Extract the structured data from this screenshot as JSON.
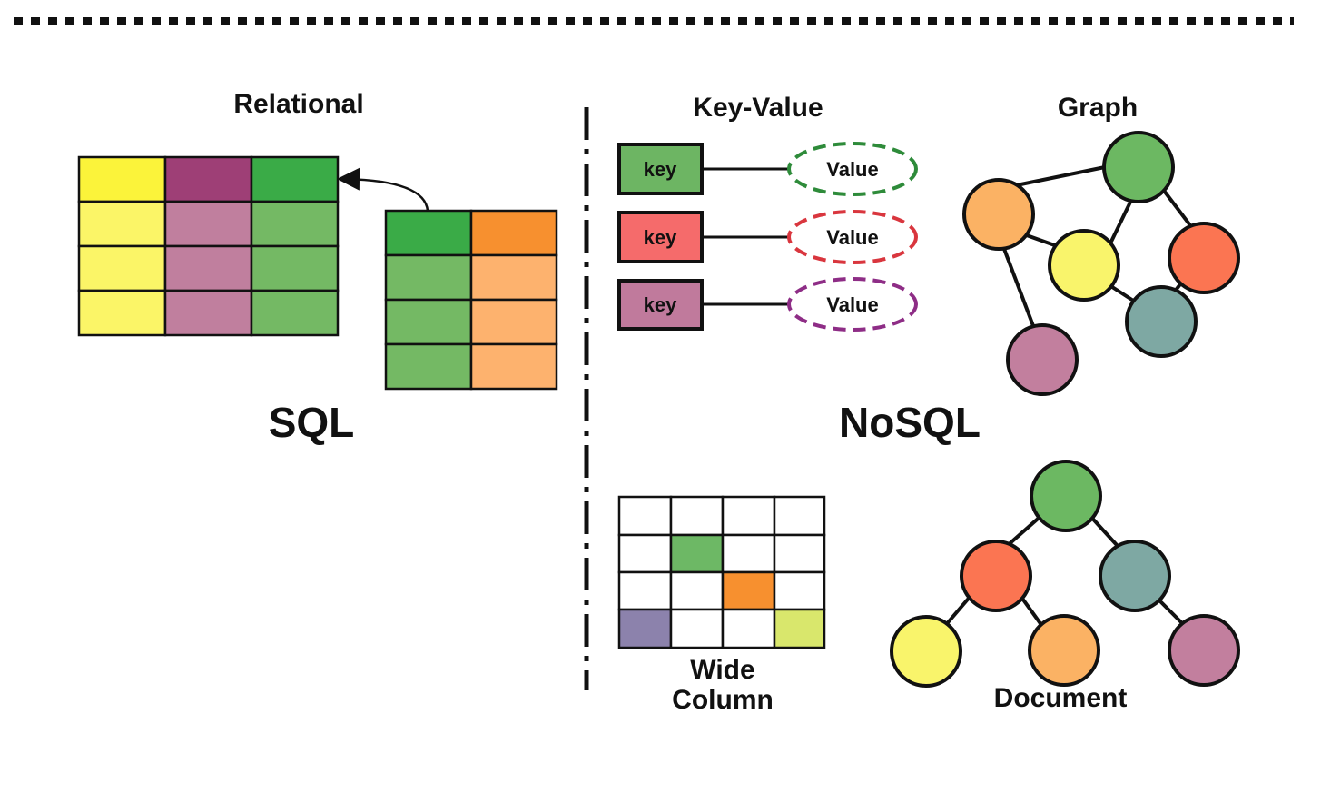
{
  "labels": {
    "relational": "Relational",
    "sql": "SQL",
    "key_value": "Key-Value",
    "graph": "Graph",
    "nosql": "NoSQL",
    "wide_column_line1": "Wide",
    "wide_column_line2": "Column",
    "document": "Document"
  },
  "key_value": {
    "pairs": [
      {
        "key": "key",
        "value": "Value",
        "key_color": "#6db563",
        "value_color": "#2e8b3a"
      },
      {
        "key": "key",
        "value": "Value",
        "key_color": "#f56b6b",
        "value_color": "#d9363e"
      },
      {
        "key": "key",
        "value": "Value",
        "key_color": "#c07a9c",
        "value_color": "#8e2d86"
      }
    ]
  },
  "colors": {
    "yellow": "#fbf33a",
    "yellow_light": "#fbf567",
    "purple_dark": "#9e3f76",
    "purple_light": "#c07f9e",
    "green_dark": "#3aab47",
    "green_light": "#74b964",
    "orange_dark": "#f7902f",
    "orange_light": "#fdb26e",
    "graph_green": "#6cb862",
    "graph_orange": "#fbb264",
    "graph_yellow": "#f9f46b",
    "graph_red": "#fb7552",
    "graph_teal": "#7ea8a3",
    "graph_pink": "#c27f9e",
    "wide_green": "#6db865",
    "wide_orange": "#f7902f",
    "wide_purple": "#8c82ac",
    "wide_lime": "#d9e76c"
  }
}
